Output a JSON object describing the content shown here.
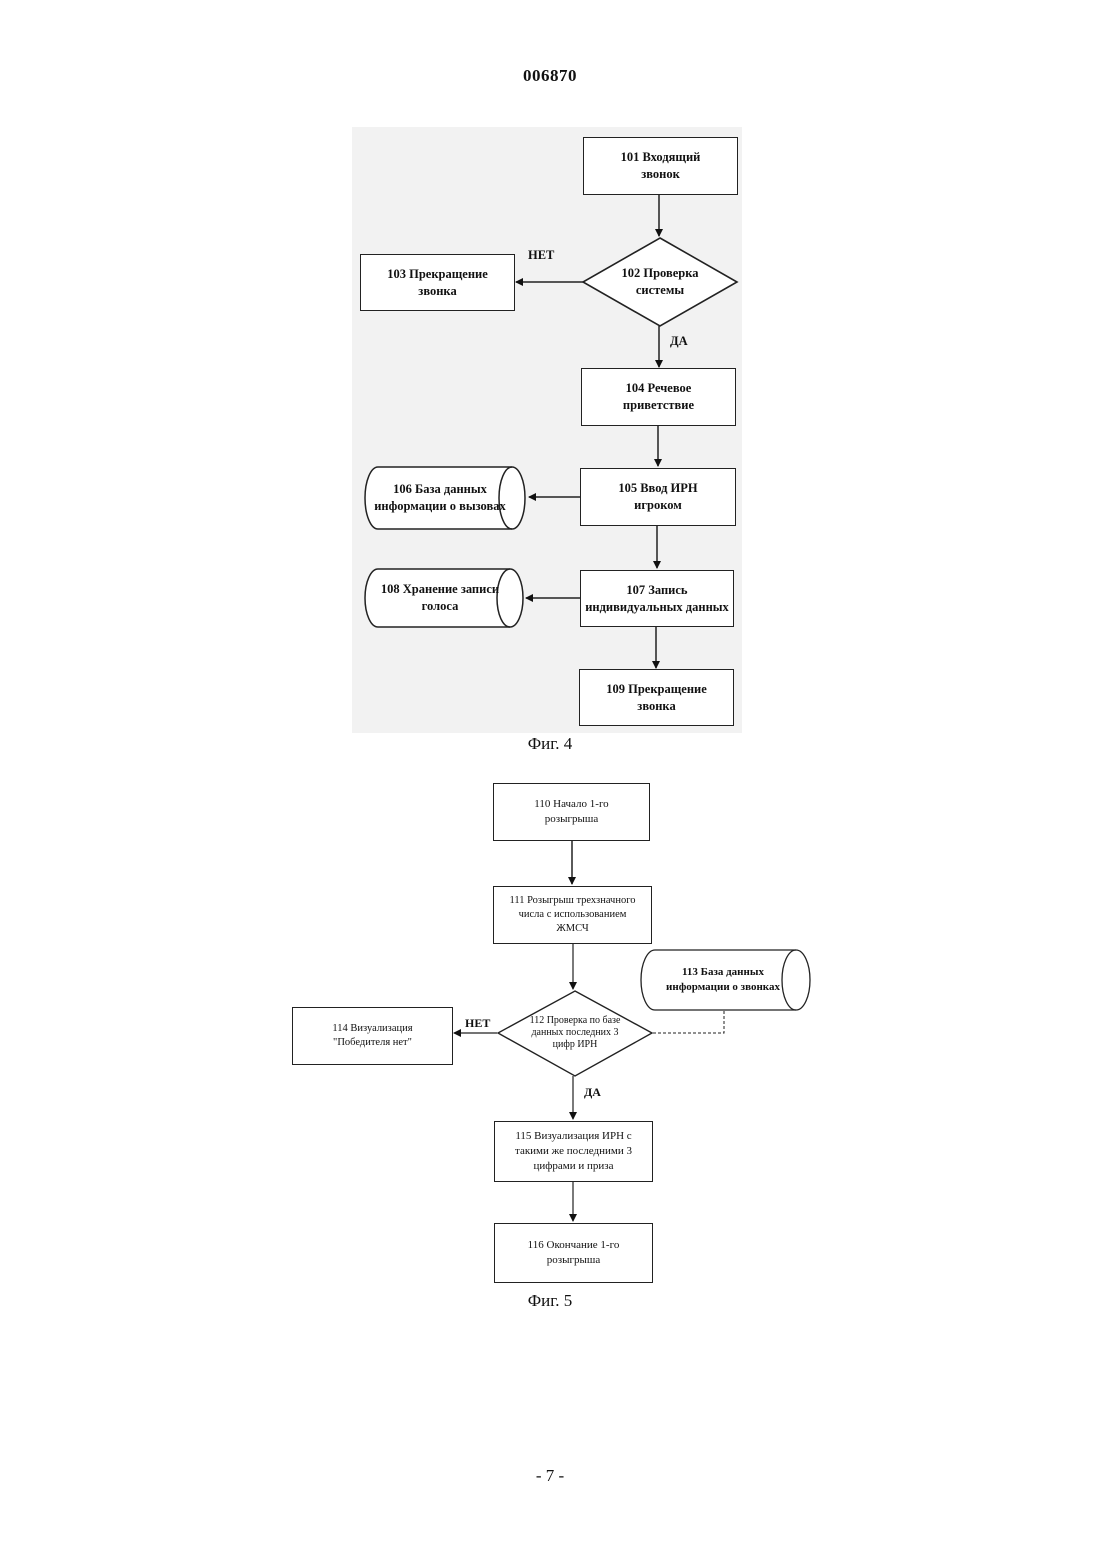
{
  "page": {
    "number": "006870",
    "footer": "- 7 -"
  },
  "fig4": {
    "caption": "Фиг. 4",
    "nodes": {
      "n101": "101 Входящий\nзвонок",
      "n102": "102 Проверка\nсистемы",
      "n103": "103 Прекращение\nзвонка",
      "n104": "104 Речевое\nприветствие",
      "n105": "105 Ввод ИРН\nигроком",
      "n106": "106 База данных\nинформации о вызовах",
      "n107": "107 Запись\nиндивидуальных данных",
      "n108": "108 Хранение записи\nголоса",
      "n109": "109 Прекращение\nзвонка"
    },
    "labels": {
      "no": "НЕТ",
      "yes": "ДА"
    }
  },
  "fig5": {
    "caption": "Фиг. 5",
    "nodes": {
      "n110": "110 Начало 1-го\nрозыгрыша",
      "n111": "111 Розыгрыш трехзначного\nчисла с использованием\nЖМСЧ",
      "n112": "112 Проверка по базе\nданных последних 3\nцифр ИРН",
      "n113": "113 База данных\nинформации о звонках",
      "n114": "114 Визуализация\n\"Победителя нет\"",
      "n115": "115 Визуализация ИРН с\nтакими же последними 3\nцифрами и приза",
      "n116": "116 Окончание 1-го\nрозыгрыша"
    },
    "labels": {
      "no": "НЕТ",
      "yes": "ДА"
    }
  }
}
